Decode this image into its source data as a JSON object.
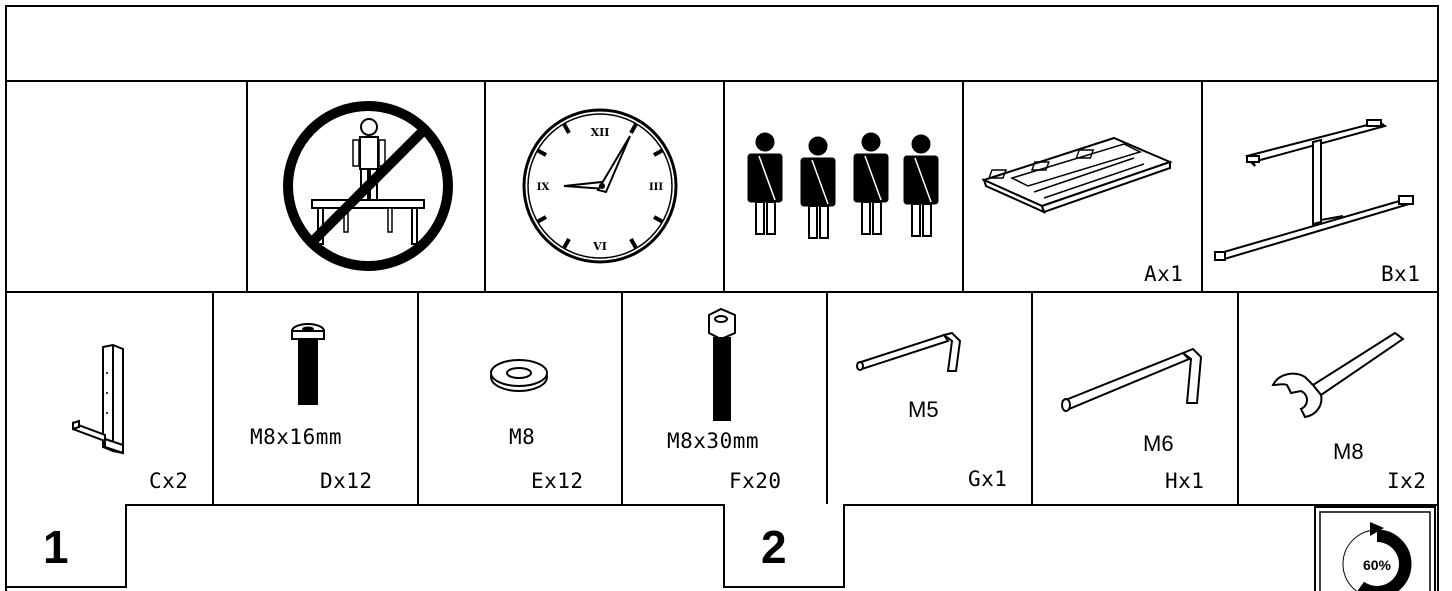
{
  "parts": {
    "A": {
      "qty": "Ax1"
    },
    "B": {
      "qty": "Bx1"
    },
    "C": {
      "qty": "Cx2"
    },
    "D": {
      "size": "M8x16mm",
      "qty": "Dx12"
    },
    "E": {
      "size": "M8",
      "qty": "Ex12"
    },
    "F": {
      "size": "M8x30mm",
      "qty": "Fx20"
    },
    "G": {
      "size": "M5",
      "qty": "Gx1"
    },
    "H": {
      "size": "M6",
      "qty": "Hx1"
    },
    "I": {
      "size": "M8",
      "qty": "Ix2"
    }
  },
  "clock": {
    "numerals": [
      "XII",
      "III",
      "VI",
      "IX"
    ]
  },
  "steps": {
    "step1": "1",
    "step2": "2"
  },
  "progress": {
    "label": "60%",
    "value": 0.6
  }
}
